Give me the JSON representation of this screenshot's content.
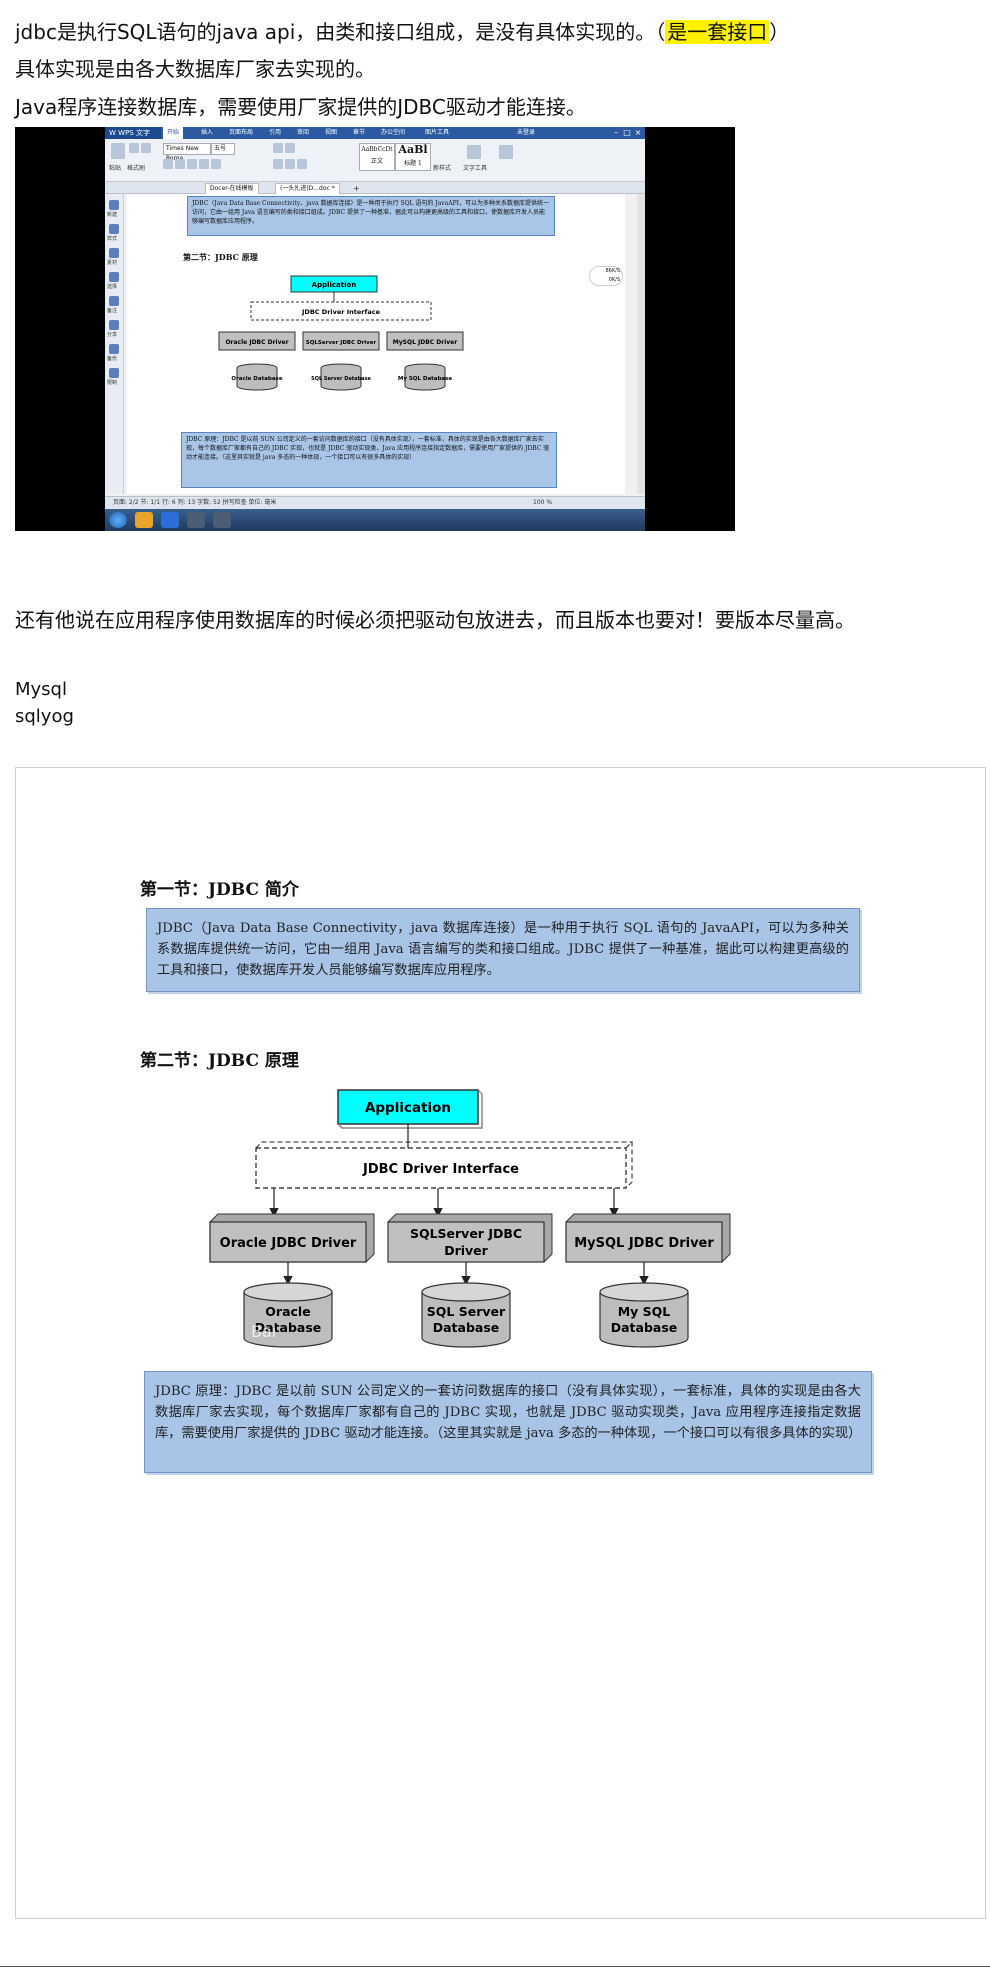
{
  "intro": {
    "line1_text": "jdbc是执行SQL语句的java api，由类和接口组成，是没有具体实现的。（",
    "line1_highlight": "是一套接口",
    "line1_tail": "）",
    "line2": "具体实现是由各大数据库厂家去实现的。",
    "line3": "Java程序连接数据库，需要使用厂家提供的JDBC驱动才能连接。"
  },
  "screenshot": {
    "app_title": "W WPS 文字",
    "ribbon_tabs": [
      "开始",
      "插入",
      "页面布局",
      "引用",
      "审阅",
      "视图",
      "章节",
      "办公空间",
      "图片工具"
    ],
    "login": "未登录",
    "font_name": "Times New Roma",
    "font_size": "五号",
    "style_normal_preview": "AaBbCcDt",
    "style_normal_label": "正文",
    "style_h1_preview": "AaBl",
    "style_h1_label": "标题 1",
    "new_style": "新样式",
    "text_tools": "文字工具",
    "paste": "粘贴",
    "format_painter": "格式刷",
    "doc_tab_1": "Docer-在线模板",
    "doc_tab_2": "(一头扎进)D...doc *",
    "side_tools": [
      "新建",
      "样式",
      "素材",
      "选择",
      "备注",
      "分享",
      "备份",
      "限制"
    ],
    "intro_box": "JDBC（Java Data Base Connectivity，java 数据库连接）是一种用于执行 SQL 语句的 JavaAPI，可以为多种关系数据库提供统一访问，它由一组用 Java 语言编写的类和接口组成。JDBC 提供了一种基准，据此可以构建更高级的工具和接口，使数据库开发人员能够编写数据库应用程序。",
    "section2": "第二节：JDBC 原理",
    "principle_box": "JDBC 原理：JDBC 是以前 SUN 公司定义的一套访问数据库的接口（没有具体实现），一套标准，具体的实现是由各大数据库厂家去实现，每个数据库厂家都有自己的 JDBC 实现，也就是 JDBC 驱动实现类，Java 应用程序连接指定数据库，需要使用厂家提供的 JDBC 驱动才能连接。（这里其实就是 java 多态的一种体现，一个接口可以有很多具体的实现）",
    "status_text": "页面: 2/2   节: 1/1   行: 6   列: 13   字数: 52   拼写检查   单位: 毫米",
    "zoom": "100 %",
    "speed_up": "86K/S",
    "speed_down": "0K/S"
  },
  "diagram": {
    "app": "Application",
    "interface": "JDBC Driver Interface",
    "drivers": [
      "Oracle JDBC Driver",
      "SQLServer JDBC Driver",
      "MySQL JDBC Driver"
    ],
    "databases": [
      "Oracle Database",
      "SQL Server Database",
      "My SQL Database"
    ],
    "colors": {
      "app": "#00ffff",
      "driver": "#c0c0c0",
      "db": "#bdbdbd"
    }
  },
  "notes": {
    "version_note": "还有他说在应用程序使用数据库的时候必须把驱动包放进去，而且版本也要对！要版本尽量高。",
    "tool1": "Mysql",
    "tool2": "sqlyog"
  },
  "document": {
    "section1": "第一节：JDBC 简介",
    "intro_box": "JDBC（Java Data Base Connectivity，java 数据库连接）是一种用于执行 SQL 语句的 JavaAPI，可以为多种关系数据库提供统一访问，它由一组用 Java 语言编写的类和接口组成。JDBC 提供了一种基准，据此可以构建更高级的工具和接口，使数据库开发人员能够编写数据库应用程序。",
    "section2": "第二节：JDBC 原理",
    "principle_box": "JDBC 原理：JDBC 是以前 SUN 公司定义的一套访问数据库的接口（没有具体实现），一套标准，具体的实现是由各大数据库厂家去实现，每个数据库厂家都有自己的 JDBC 实现，也就是 JDBC 驱动实现类，Java 应用程序连接指定数据库，需要使用厂家提供的 JDBC 驱动才能连接。（这里其实就是 java 多态的一种体现，一个接口可以有很多具体的实现）",
    "watermark": "Bai"
  }
}
